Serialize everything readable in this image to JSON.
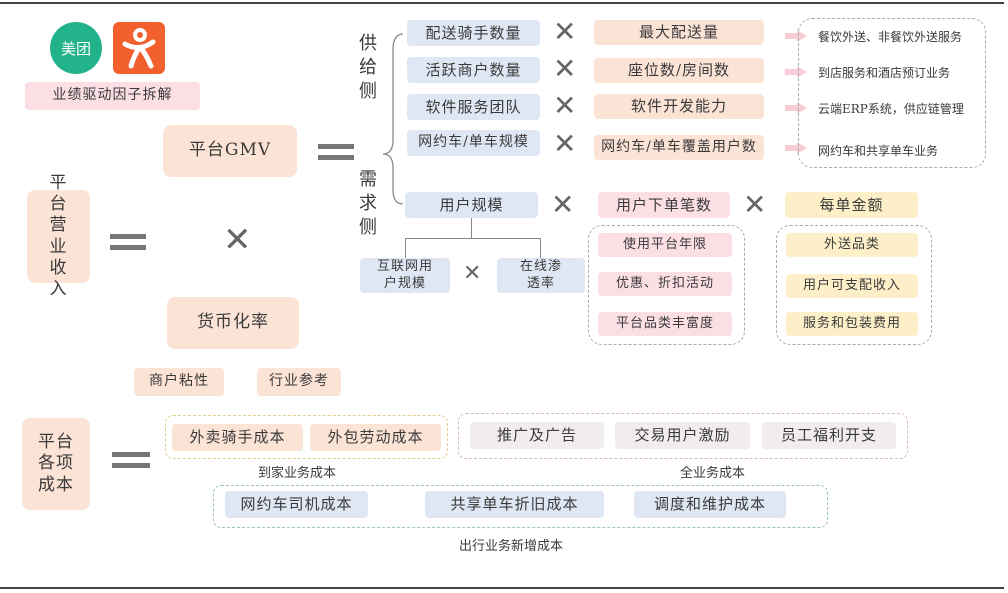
{
  "logos": {
    "meituan": "美团",
    "dianping": "大众点评"
  },
  "title": "业绩驱动因子拆解",
  "revenue": {
    "label": "平台营业收入",
    "gmv": "平台GMV",
    "monetization": "货币化率",
    "monetization_refs": [
      "商户粘性",
      "行业参考"
    ]
  },
  "supply": {
    "side_label": "供给侧",
    "rows": [
      {
        "factor": "配送骑手数量",
        "capacity": "最大配送量",
        "business": "餐饮外送、非餐饮外送服务"
      },
      {
        "factor": "活跃商户数量",
        "capacity": "座位数/房间数",
        "business": "到店服务和酒店预订业务"
      },
      {
        "factor": "软件服务团队",
        "capacity": "软件开发能力",
        "business": "云端ERP系统，供应链管理"
      },
      {
        "factor": "网约车/单车规模",
        "capacity": "网约车/单车覆盖用户数",
        "business": "网约车和共享单车业务"
      }
    ]
  },
  "demand": {
    "side_label": "需求侧",
    "user_scale": "用户规模",
    "user_scale_parts": [
      "互联网用户规模",
      "在线渗透率"
    ],
    "orders": "用户下单笔数",
    "orders_drivers": [
      "使用平台年限",
      "优惠、折扣活动",
      "平台品类丰富度"
    ],
    "amount": "每单金额",
    "amount_drivers": [
      "外送品类",
      "用户可支配收入",
      "服务和包装费用"
    ]
  },
  "costs": {
    "label": "平台各项成本",
    "home": {
      "items": [
        "外卖骑手成本",
        "外包劳动成本"
      ],
      "label": "到家业务成本"
    },
    "all": {
      "items": [
        "推广及广告",
        "交易用户激励",
        "员工福利开支"
      ],
      "label": "全业务成本"
    },
    "travel": {
      "items": [
        "网约车司机成本",
        "共享单车折旧成本",
        "调度和维护成本"
      ],
      "label": "出行业务新增成本"
    }
  },
  "colors": {
    "peach": "#fbe3d6",
    "blue": "#dfe7f4",
    "pink": "#fbdfe5",
    "yellow": "#fdf0c9",
    "meituan": "#22b38a",
    "dianping": "#f2612d"
  }
}
